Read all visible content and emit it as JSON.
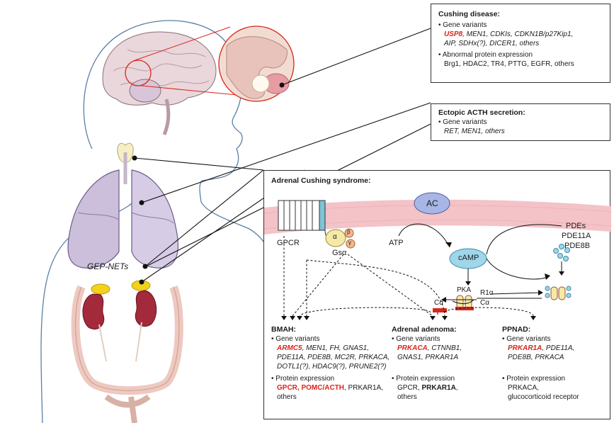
{
  "cushing_disease": {
    "title": "Cushing disease:",
    "gene_header": "• Gene variants",
    "genes_line1_red": "USP8",
    "genes_line1_rest": ", MEN1, CDKIs, CDKN1B/p27Kip1,",
    "genes_line2": "AIP, SDHx(?), DICER1, others",
    "protein_header": "• Abnormal protein expression",
    "protein_line": "Brg1, HDAC2, TR4, PTTG, EGFR, others"
  },
  "ectopic": {
    "title": "Ectopic  ACTH secretion:",
    "gene_header": "• Gene variants",
    "genes_line": "RET, MEN1, others"
  },
  "body_label": "GEP-NETs",
  "adrenal": {
    "title": "Adrenal Cushing syndrome:",
    "labels": {
      "ac": "AC",
      "atp": "ATP",
      "camp": "cAMP",
      "gpcr": "GPCR",
      "gsa": "Gsα",
      "alpha": "α",
      "beta": "β",
      "gamma": "γ",
      "pdes": "PDEs",
      "pde11a": "PDE11A",
      "pde8b": "PDE8B",
      "pka": "PKA",
      "r1a": "R1α",
      "ca_right": "Cα",
      "ca_left": "Cα"
    },
    "bmah": {
      "title": "BMAH:",
      "gene_header": "• Gene variants",
      "line1_red": "ARMC5",
      "line1_rest": ", MEN1, FH, GNAS1,",
      "line2": "PDE11A, PDE8B, MC2R, PRKACA,",
      "line3": "DOTL1(?), HDAC9(?), PRUNE2(?)",
      "protein_header": "• Protein expression",
      "protein_red": "GPCR, POMC/ACTH",
      "protein_rest": ", PRKAR1A,",
      "protein_line2": "others"
    },
    "adenoma": {
      "title": "Adrenal adenoma:",
      "gene_header": "• Gene variants",
      "line1_red": "PRKACA",
      "line1_rest": ", CTNNB1,",
      "line2": "GNAS1, PRKAR1A",
      "protein_header": "• Protein expression",
      "protein_line1_plain": "GPCR, ",
      "protein_line1_bold": "PRKAR1A",
      "protein_line1_end": ",",
      "protein_line2": "others"
    },
    "ppnad": {
      "title": "PPNAD:",
      "gene_header": "• Gene variants",
      "line1_red": "PRKAR1A",
      "line1_rest": ", PDE11A,",
      "line2": "PDE8B, PRKACA",
      "protein_header": "• Protein expression",
      "protein_line1": "PRKACA,",
      "protein_line2": "glucocorticoid receptor"
    }
  },
  "colors": {
    "red_text": "#d8261c",
    "membrane": "#f3c3c7",
    "ac_fill": "#a7b6e4",
    "camp_fill": "#9fd6ea",
    "lung_fill": "#cbbfdc",
    "kidney_fill": "#a22a3a",
    "adrenal_fill": "#f2d21b"
  }
}
